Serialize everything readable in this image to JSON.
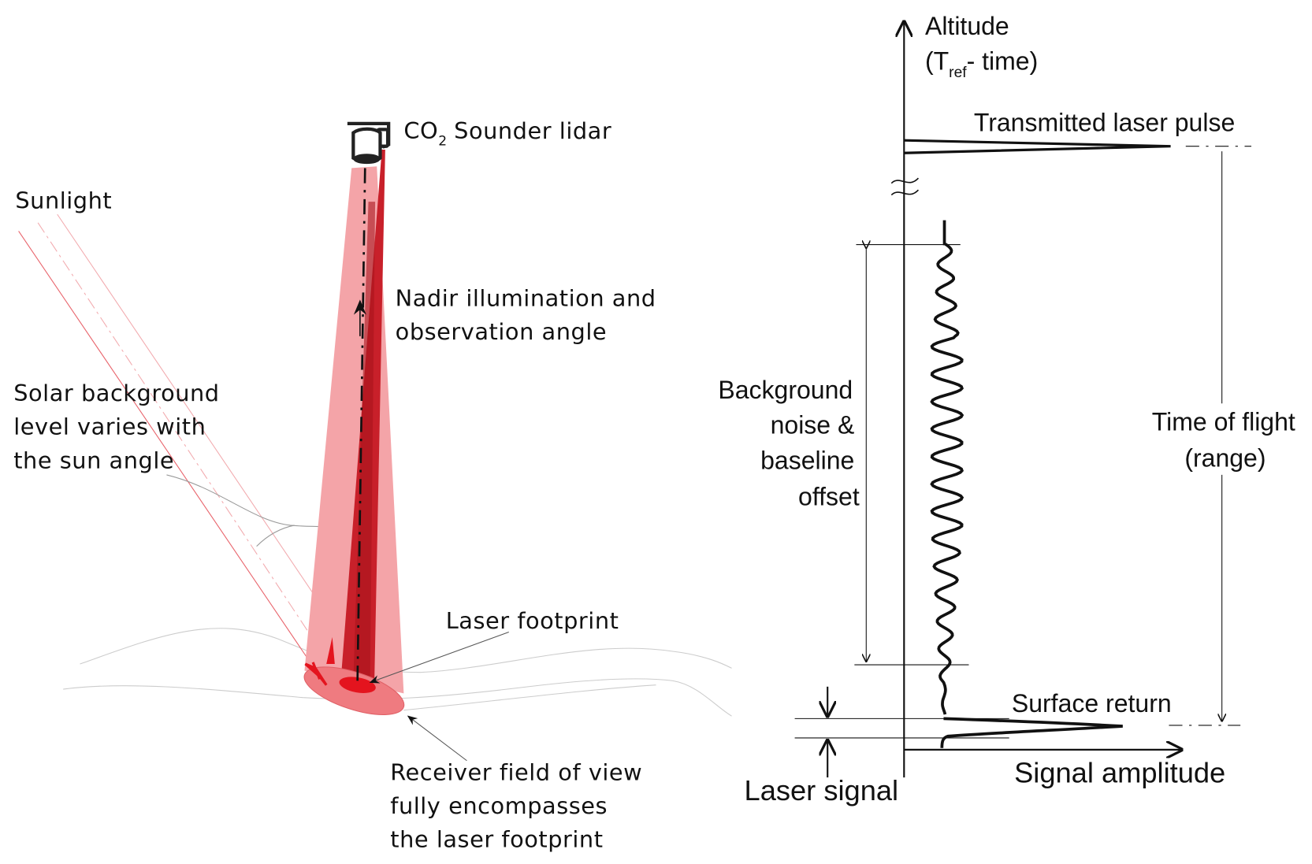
{
  "left": {
    "instrument_label": "CO",
    "instrument_subscript": "2",
    "instrument_suffix": "Sounder lidar",
    "sunlight": "Sunlight",
    "nadir": [
      "Nadir illumination and",
      "observation angle"
    ],
    "solar": [
      "Solar background",
      "level varies with",
      "the sun angle"
    ],
    "footprint": "Laser footprint",
    "receiver": [
      "Receiver field of view",
      "fully encompasses",
      "the laser footprint"
    ]
  },
  "right": {
    "altitude": "Altitude",
    "altitude_sub_open": "(T",
    "altitude_sub": "ref",
    "altitude_sub_close": "-  time)",
    "transmitted": "Transmitted laser pulse",
    "background": [
      "Background",
      "noise &",
      "baseline",
      "offset"
    ],
    "time_of_flight": [
      "Time of flight",
      "(range)"
    ],
    "surface_return": "Surface return",
    "signal_amplitude": "Signal amplitude",
    "laser_signal": "Laser signal"
  },
  "colors": {
    "beam_light": "#f4a4a8",
    "beam_dark": "#c8202a",
    "footprint": "#ef7b80"
  }
}
